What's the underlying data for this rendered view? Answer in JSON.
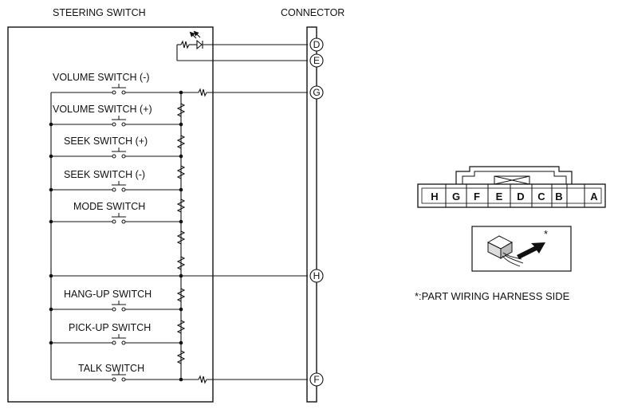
{
  "headers": {
    "steering_switch": "STEERING SWITCH",
    "connector": "CONNECTOR"
  },
  "switches": [
    {
      "label": "VOLUME SWITCH (-)"
    },
    {
      "label": "VOLUME SWITCH (+)"
    },
    {
      "label": "SEEK SWITCH (+)"
    },
    {
      "label": "SEEK SWITCH (-)"
    },
    {
      "label": "MODE SWITCH"
    },
    {
      "label": "HANG-UP SWITCH"
    },
    {
      "label": "PICK-UP SWITCH"
    },
    {
      "label": "TALK SWITCH"
    }
  ],
  "terminals": [
    "D",
    "E",
    "G",
    "H",
    "F"
  ],
  "connector_face": {
    "pins": [
      "H",
      "G",
      "F",
      "E",
      "D",
      "C",
      "B",
      "A"
    ]
  },
  "icon": {
    "name": "connector-harness-side-icon",
    "marker": "*"
  },
  "footnote": "*:PART WIRING HARNESS SIDE"
}
